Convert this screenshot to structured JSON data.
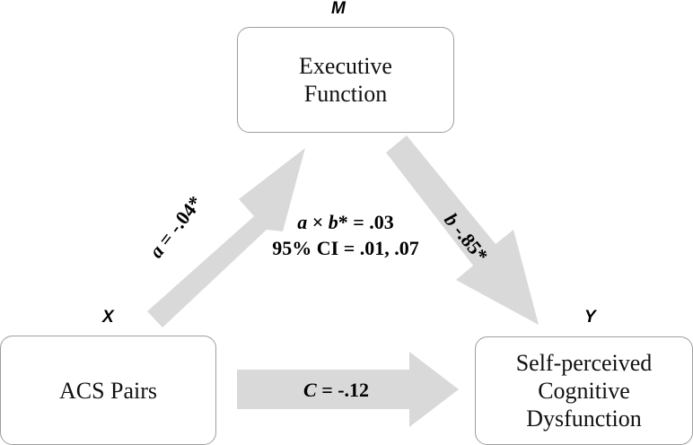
{
  "variables": {
    "mediator": {
      "letter": "M",
      "lines": [
        "Executive",
        "Function"
      ]
    },
    "predictor": {
      "letter": "X",
      "lines": [
        "ACS Pairs"
      ]
    },
    "outcome": {
      "letter": "Y",
      "lines": [
        "Self-perceived",
        "Cognitive",
        "Dysfunction"
      ]
    }
  },
  "paths": {
    "a": {
      "symbol": "a",
      "text": " = -.04*"
    },
    "b": {
      "symbol": "b",
      "text": " -.85*"
    },
    "c": {
      "symbol": "C",
      "text": " = -.12"
    }
  },
  "indirect_effect": {
    "symbol_a": "a",
    "times": " × ",
    "symbol_b": "b",
    "value_text": "* = .03",
    "ci_text": "95% CI = .01, .07"
  },
  "colors": {
    "arrow": "#d9d9d9",
    "box_border": "#9e9e9e"
  }
}
